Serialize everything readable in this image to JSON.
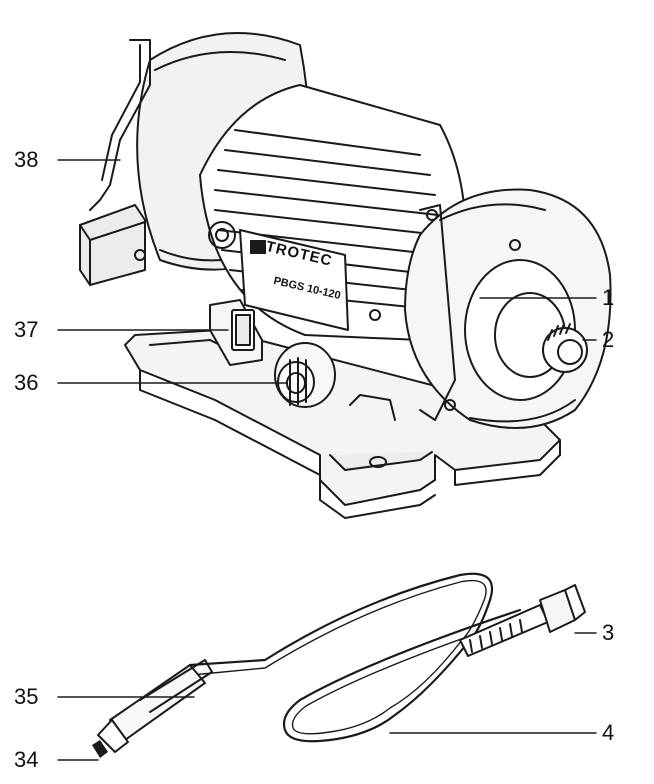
{
  "brand": "TROTEC",
  "model": "PBGS 10-120",
  "callouts": [
    {
      "id": "38",
      "label": "38"
    },
    {
      "id": "37",
      "label": "37"
    },
    {
      "id": "36",
      "label": "36"
    },
    {
      "id": "1",
      "label": "1"
    },
    {
      "id": "2",
      "label": "2"
    },
    {
      "id": "3",
      "label": "3"
    },
    {
      "id": "4",
      "label": "4"
    },
    {
      "id": "35",
      "label": "35"
    },
    {
      "id": "34",
      "label": "34"
    }
  ]
}
